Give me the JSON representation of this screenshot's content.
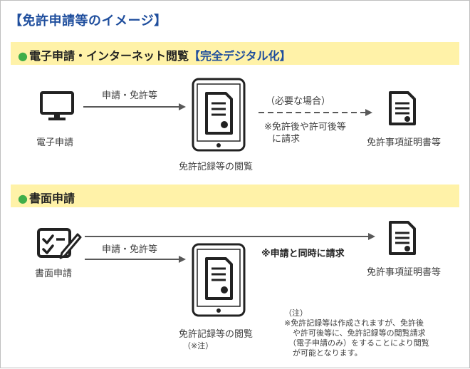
{
  "title": "【免許申請等のイメージ】",
  "section1": {
    "bullet": "●",
    "heading": "電子申請・インターネット閲覧",
    "tag": "【完全デジタル化】",
    "applicant_label": "電子申請",
    "arrow_label": "申請・免許等",
    "tablet_label": "免許記録等の閲覧",
    "condition": "（必要な場合）",
    "note_line1": "※免許後や許可後等",
    "note_line2": "に請求",
    "certificate_label": "免許事項証明書等"
  },
  "section2": {
    "bullet": "●",
    "heading": "書面申請",
    "applicant_label": "書面申請",
    "arrow_label": "申請・免許等",
    "simultaneous": "※申請と同時に請求",
    "certificate_label": "免許事項証明書等",
    "tablet_label": "免許記録等の閲覧",
    "tablet_note": "（※注）"
  },
  "footnote": {
    "line1": "（注）",
    "line2": "※免許記録等は作成されますが、免許後",
    "line3": "や許可後等に、免許記録等の閲覧請求",
    "line4": "（電子申請のみ）をすることにより閲覧",
    "line5": "が可能となります。"
  }
}
